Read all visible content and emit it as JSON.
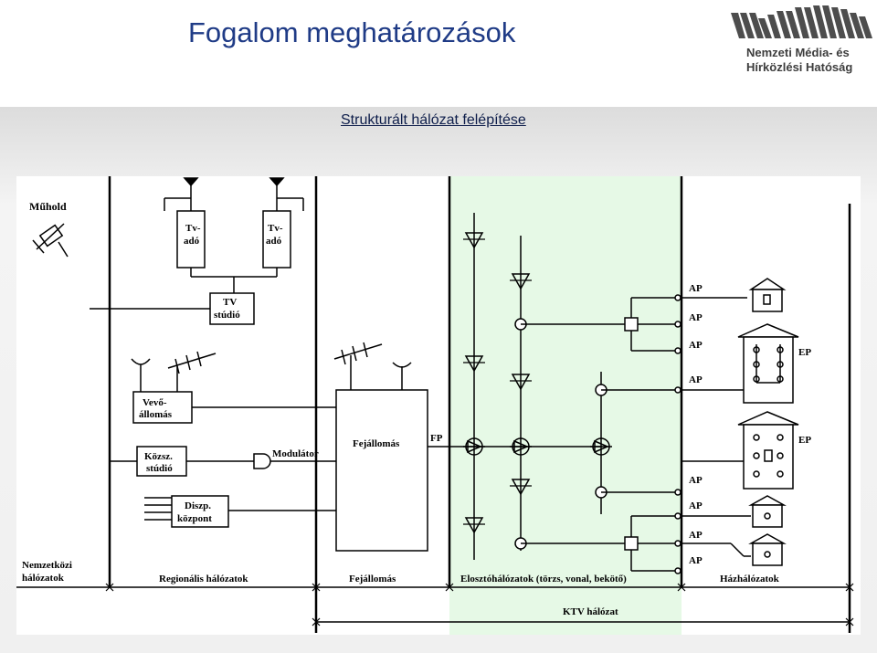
{
  "header": {
    "title": "Fogalom meghatározások",
    "logo": {
      "line1": "Nemzeti Média- és",
      "line2": "Hírközlési Hatóság",
      "icon": "nmhh-wave-logo"
    }
  },
  "subtitle": "Strukturált hálózat felépítése",
  "colors": {
    "title": "#1f3b86",
    "ktv_zone": "#e6f9e6",
    "lines": "#000000"
  },
  "diagram": {
    "labels": {
      "satellite": "Műhold",
      "tv_transmitter": [
        "Tv-",
        "adó"
      ],
      "tv_studio": [
        "TV",
        "stúdió"
      ],
      "receiver_station": [
        "Vevő-",
        "állomás"
      ],
      "public_studio": [
        "Közsz.",
        "stúdió"
      ],
      "dispatch_center": [
        "Diszp.",
        "központ"
      ],
      "modulator": "Modulátor",
      "headend": "Fejállomás",
      "fp": "FP",
      "ap": "AP",
      "ep": "EP"
    },
    "bottom_labels": {
      "international": [
        "Nemzetközi",
        "hálózatok"
      ],
      "regional": "Regionális hálózatok",
      "headend": "Fejállomás",
      "distribution": "Elosztóhálózatok (törzs, vonal, bekötő)",
      "home": "Házhálózatok",
      "ktv": "KTV hálózat"
    }
  }
}
